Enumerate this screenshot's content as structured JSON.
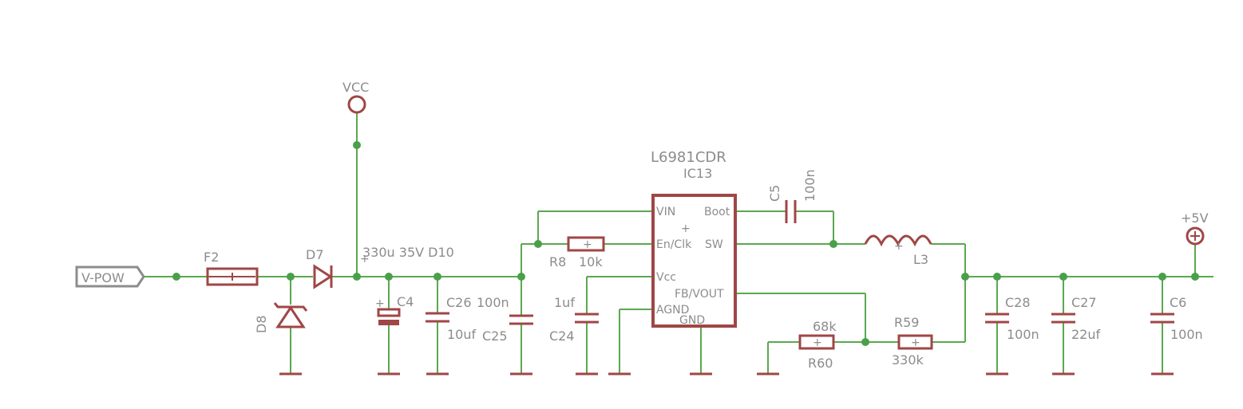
{
  "schematic": {
    "ports": {
      "vpow": "V-POW",
      "vcc": "VCC",
      "plus5v": "+5V"
    },
    "parts": {
      "f2": "F2",
      "d7": "D7",
      "d8": "D8",
      "d10_note": "330u 35V D10",
      "c4": "C4",
      "c26": "C26",
      "c26_value": "100n",
      "c26_cap": "10uf",
      "c25": "C25",
      "c24_value": "1uf",
      "c24": "C24",
      "r8": "R8",
      "r8_value": "10k",
      "ic_part": "L6981CDR",
      "ic_name": "IC13",
      "c5": "C5",
      "c5_value": "100n",
      "l3": "L3",
      "r60_value": "68k",
      "r60": "R60",
      "r59": "R59",
      "r59_value": "330k",
      "c28": "C28",
      "c28_value": "100n",
      "c27": "C27",
      "c27_value": "22uf",
      "c6": "C6",
      "c6_value": "100n"
    },
    "pins": {
      "vin": "VIN",
      "enclk": "En/Clk",
      "vcc": "Vcc",
      "agnd": "AGND",
      "boot": "Boot",
      "sw": "SW",
      "fbvout": "FB/VOUT",
      "gnd": "GND"
    },
    "colors": {
      "wire": "#5aa84f",
      "junction": "#4aa04a",
      "part": "#a04646",
      "label": "#8c8c8c"
    }
  }
}
